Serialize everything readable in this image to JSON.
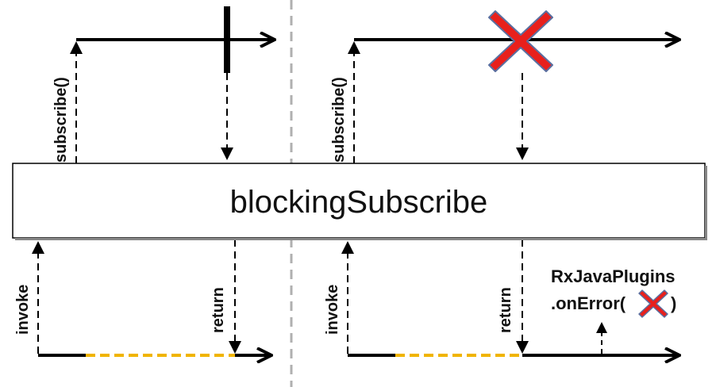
{
  "operator": {
    "name": "blockingSubscribe"
  },
  "left_panel": {
    "subscribe_label": "subscribe()",
    "invoke_label": "invoke",
    "return_label": "return"
  },
  "right_panel": {
    "subscribe_label": "subscribe()",
    "invoke_label": "invoke",
    "return_label": "return",
    "plugin_line1": "RxJavaPlugins",
    "plugin_line2": ".onError(",
    "plugin_close": ")"
  },
  "colors": {
    "line": "#000000",
    "divider": "#b0b0b0",
    "blocking_dash": "#f0b400",
    "error_red": "#e8201c",
    "error_outline": "#5a6fa0"
  },
  "icons": [
    "completion-bar-icon",
    "error-x-icon"
  ]
}
